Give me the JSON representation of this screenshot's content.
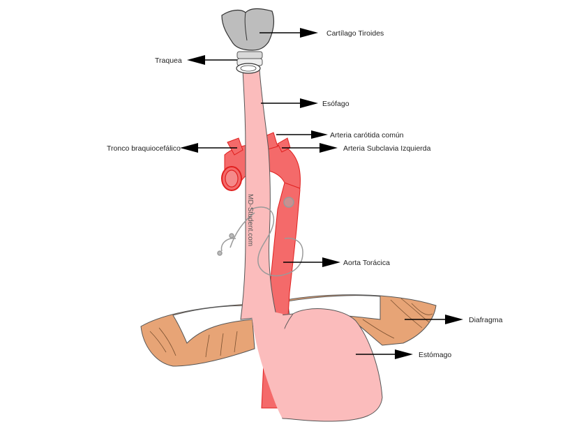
{
  "labels": {
    "cartilago": "Cartílago Tiroides",
    "traquea": "Traquea",
    "esofago": "Esófago",
    "carotida": "Arteria carótida común",
    "tronco": "Tronco braquiocefálico",
    "subclavia": "Arteria Subclavia Izquierda",
    "aorta": "Aorta Torácica",
    "diafragma": "Diafragma",
    "estomago": "Estómago"
  },
  "watermark": "MD-Student.com",
  "colors": {
    "esophagus": "#fbbcbc",
    "aorta": "#f46a6a",
    "aorta_outline": "#e0201f",
    "cartilage": "#bdbdbd",
    "diaphragm": "#e7a476",
    "stomach": "#fbbcbc",
    "stethoscope": "#9a9a9a"
  }
}
